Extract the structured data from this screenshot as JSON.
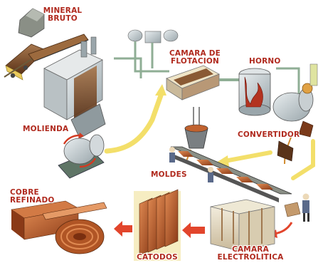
{
  "labels": {
    "mineral_bruto": [
      "MINERAL",
      "BRUTO"
    ],
    "camara_flotacion": [
      "CAMARA DE",
      "FLOTACION"
    ],
    "horno": "HORNO",
    "molienda": "MOLIENDA",
    "convertidor": "CONVERTIDOR",
    "moldes": "MOLDES",
    "cobre_refinado": [
      "COBRE",
      "REFINADO"
    ],
    "catodos": "CATODOS",
    "camara_electrolitica": [
      "CAMARA",
      "ELECTROLITICA"
    ]
  },
  "colors": {
    "label_text": "#b02a1e",
    "flow_arrow": "#f3df6a",
    "return_arrow": "#e2452c",
    "copper": "#c0622f",
    "machine_gray": "#c8cfd2",
    "ore_brown": "#7a4a2a"
  }
}
